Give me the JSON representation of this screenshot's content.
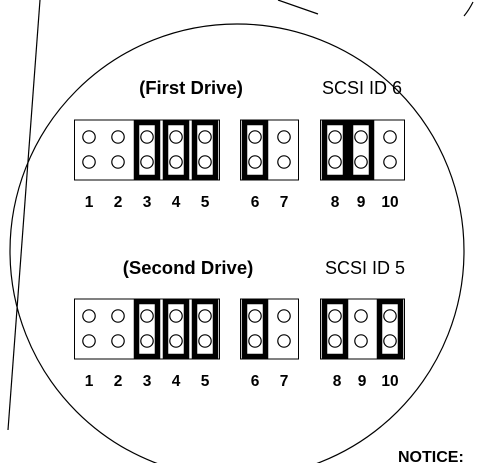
{
  "first_drive": {
    "label": "(First Drive)",
    "scsi_id": "SCSI ID 6",
    "pin_numbers": [
      "1",
      "2",
      "3",
      "4",
      "5",
      "6",
      "7",
      "8",
      "9",
      "10"
    ],
    "jumpered_pins": [
      "3",
      "4",
      "5",
      "6",
      "8",
      "9"
    ]
  },
  "second_drive": {
    "label": "(Second Drive)",
    "scsi_id": "SCSI ID 5",
    "pin_numbers": [
      "1",
      "2",
      "3",
      "4",
      "5",
      "6",
      "7",
      "8",
      "9",
      "10"
    ],
    "jumpered_pins": [
      "3",
      "4",
      "5",
      "6",
      "8",
      "10"
    ]
  },
  "notice": "NOTICE:",
  "colors": {
    "ink": "#000000",
    "background": "#ffffff"
  }
}
